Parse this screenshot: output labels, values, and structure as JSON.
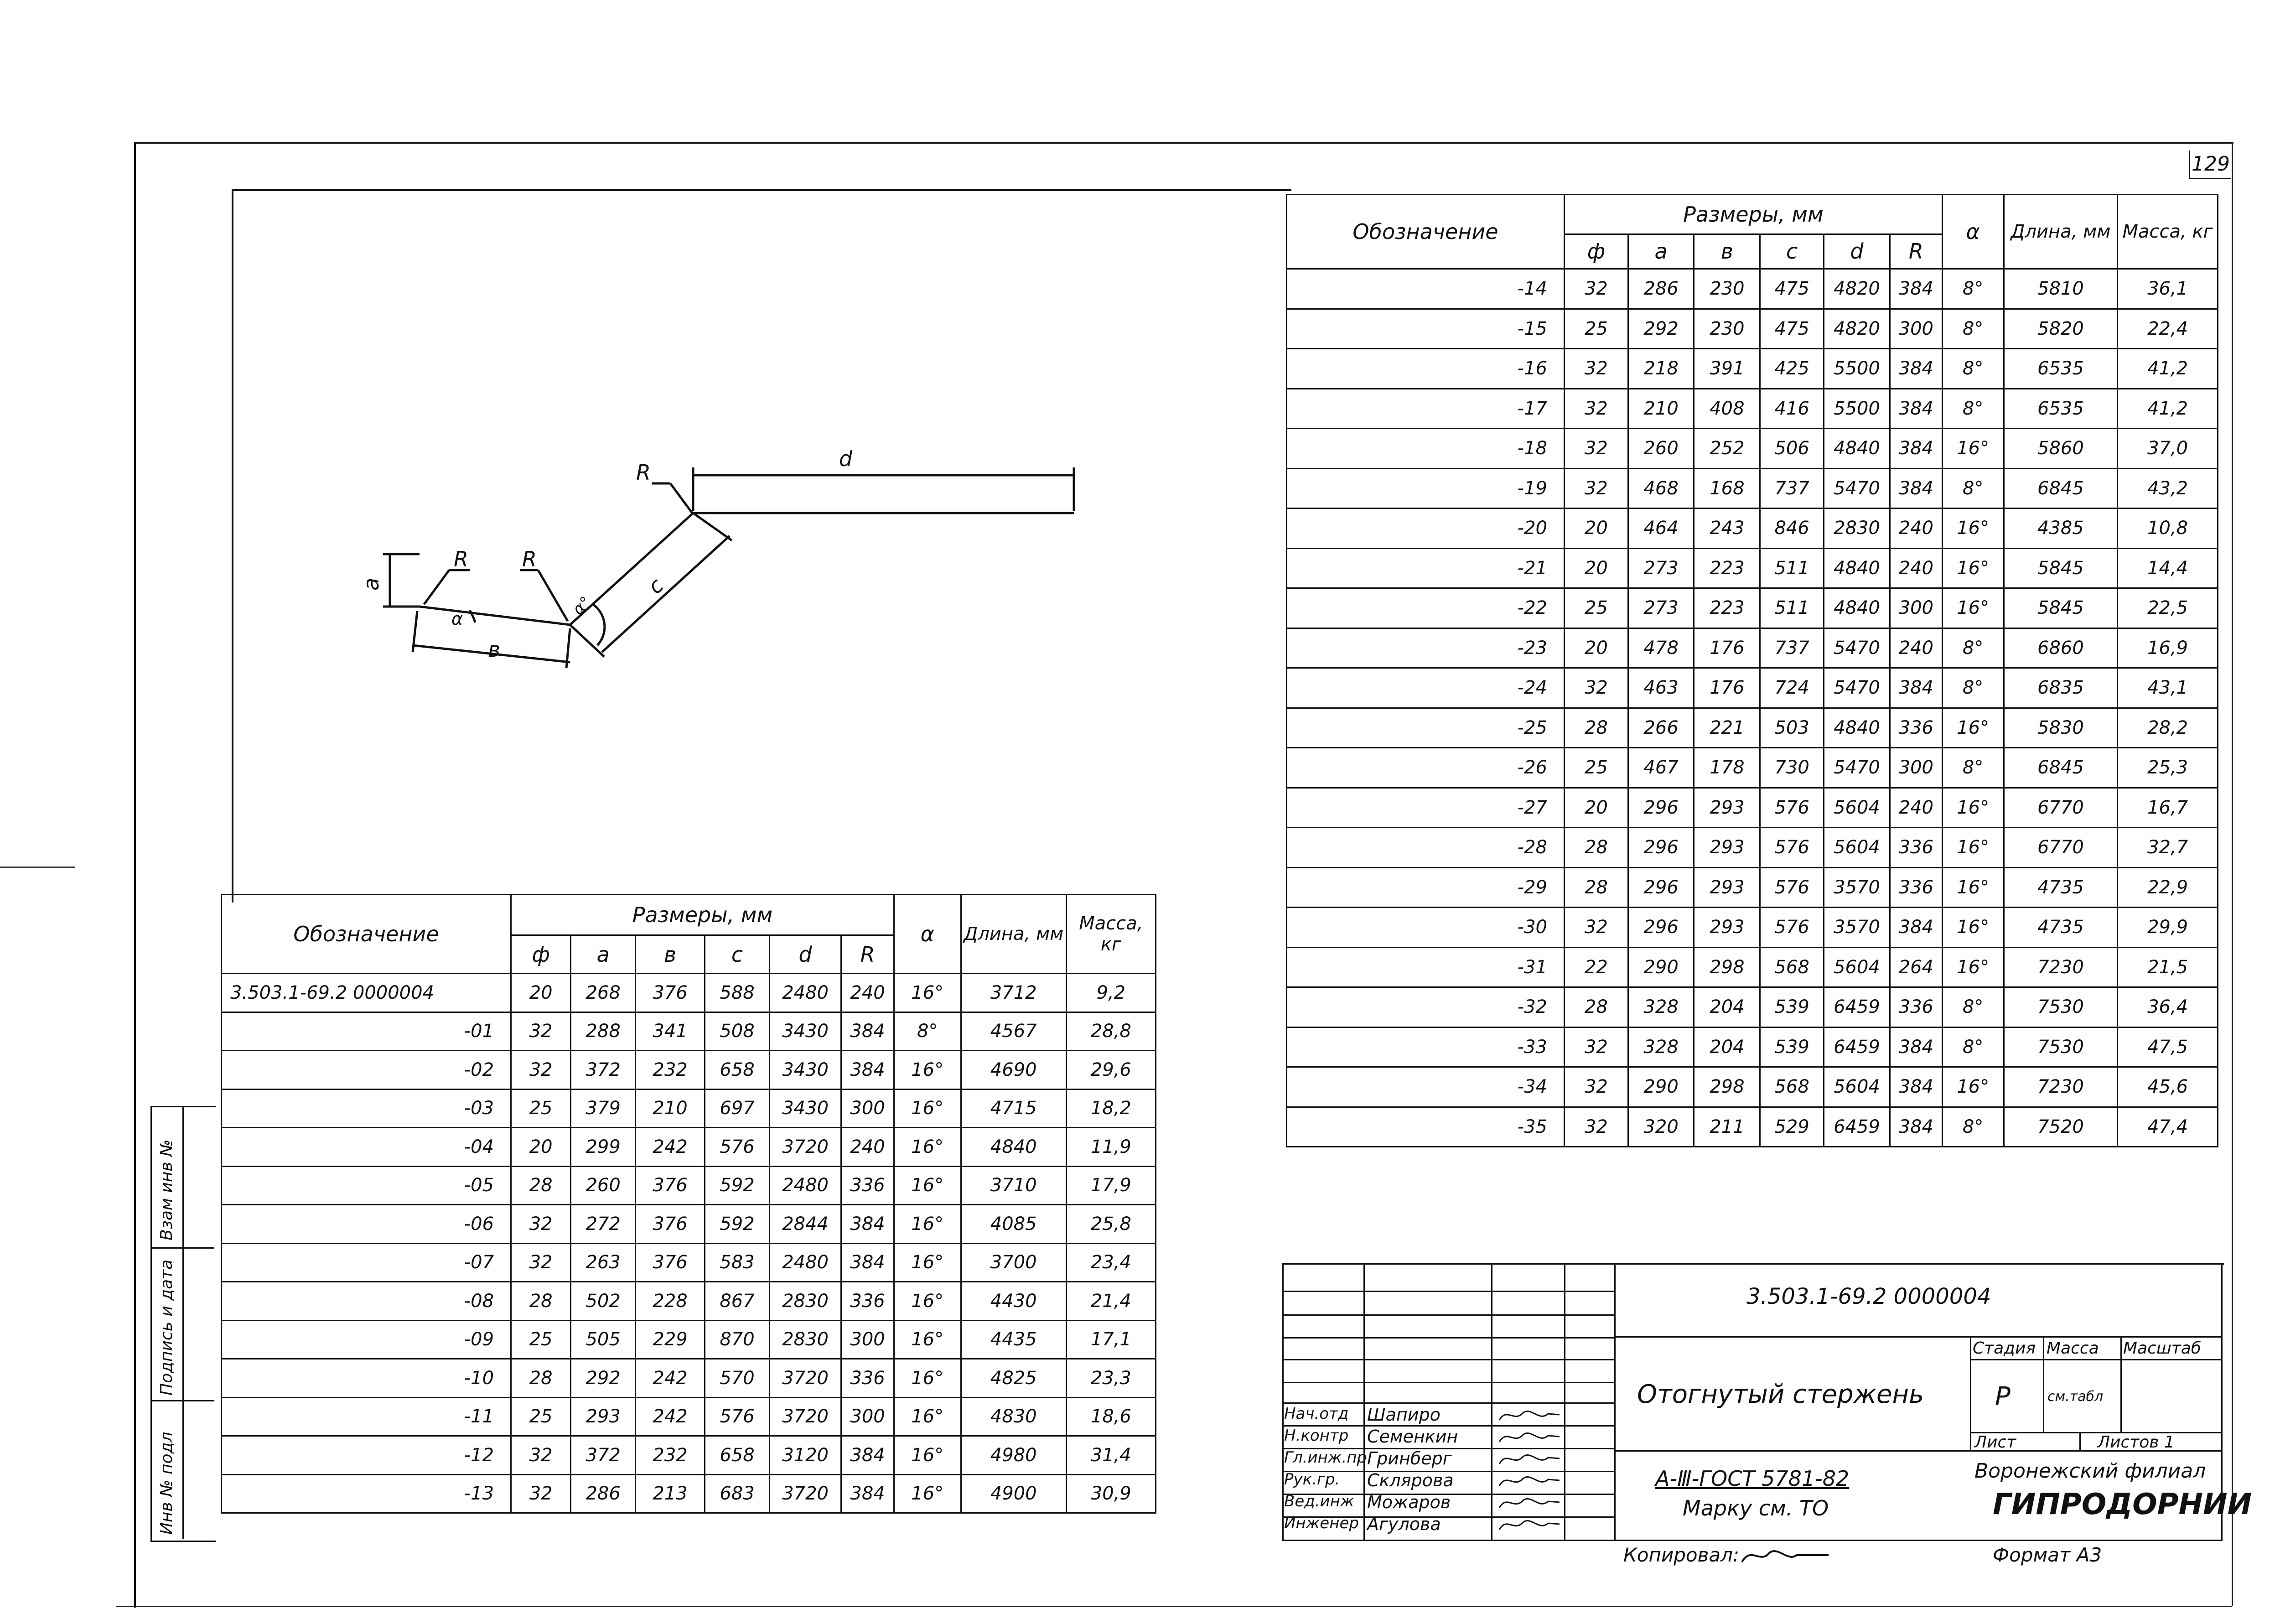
{
  "page_number": "129",
  "drawing": {
    "labels": {
      "a": "a",
      "b": "в",
      "c": "c",
      "d": "d",
      "R1": "R",
      "R2": "R",
      "R3": "R",
      "alpha": "α",
      "angle": "α°"
    }
  },
  "table_left": {
    "header": {
      "designation": "Обозначение",
      "sizes": "Размеры, мм",
      "alpha": "α",
      "length": "Длина, мм",
      "mass": "Масса, кг"
    },
    "sub": [
      "ф",
      "a",
      "в",
      "c",
      "d",
      "R"
    ],
    "rows": [
      [
        "3.503.1-69.2 0000004",
        "20",
        "268",
        "376",
        "588",
        "2480",
        "240",
        "16°",
        "3712",
        "9,2"
      ],
      [
        "-01",
        "32",
        "288",
        "341",
        "508",
        "3430",
        "384",
        "8°",
        "4567",
        "28,8"
      ],
      [
        "-02",
        "32",
        "372",
        "232",
        "658",
        "3430",
        "384",
        "16°",
        "4690",
        "29,6"
      ],
      [
        "-03",
        "25",
        "379",
        "210",
        "697",
        "3430",
        "300",
        "16°",
        "4715",
        "18,2"
      ],
      [
        "-04",
        "20",
        "299",
        "242",
        "576",
        "3720",
        "240",
        "16°",
        "4840",
        "11,9"
      ],
      [
        "-05",
        "28",
        "260",
        "376",
        "592",
        "2480",
        "336",
        "16°",
        "3710",
        "17,9"
      ],
      [
        "-06",
        "32",
        "272",
        "376",
        "592",
        "2844",
        "384",
        "16°",
        "4085",
        "25,8"
      ],
      [
        "-07",
        "32",
        "263",
        "376",
        "583",
        "2480",
        "384",
        "16°",
        "3700",
        "23,4"
      ],
      [
        "-08",
        "28",
        "502",
        "228",
        "867",
        "2830",
        "336",
        "16°",
        "4430",
        "21,4"
      ],
      [
        "-09",
        "25",
        "505",
        "229",
        "870",
        "2830",
        "300",
        "16°",
        "4435",
        "17,1"
      ],
      [
        "-10",
        "28",
        "292",
        "242",
        "570",
        "3720",
        "336",
        "16°",
        "4825",
        "23,3"
      ],
      [
        "-11",
        "25",
        "293",
        "242",
        "576",
        "3720",
        "300",
        "16°",
        "4830",
        "18,6"
      ],
      [
        "-12",
        "32",
        "372",
        "232",
        "658",
        "3120",
        "384",
        "16°",
        "4980",
        "31,4"
      ],
      [
        "-13",
        "32",
        "286",
        "213",
        "683",
        "3720",
        "384",
        "16°",
        "4900",
        "30,9"
      ]
    ]
  },
  "table_right": {
    "header": {
      "designation": "Обозначение",
      "sizes": "Размеры, мм",
      "alpha": "α",
      "length": "Длина, мм",
      "mass": "Масса, кг"
    },
    "sub": [
      "ф",
      "a",
      "в",
      "c",
      "d",
      "R"
    ],
    "rows": [
      [
        "-14",
        "32",
        "286",
        "230",
        "475",
        "4820",
        "384",
        "8°",
        "5810",
        "36,1"
      ],
      [
        "-15",
        "25",
        "292",
        "230",
        "475",
        "4820",
        "300",
        "8°",
        "5820",
        "22,4"
      ],
      [
        "-16",
        "32",
        "218",
        "391",
        "425",
        "5500",
        "384",
        "8°",
        "6535",
        "41,2"
      ],
      [
        "-17",
        "32",
        "210",
        "408",
        "416",
        "5500",
        "384",
        "8°",
        "6535",
        "41,2"
      ],
      [
        "-18",
        "32",
        "260",
        "252",
        "506",
        "4840",
        "384",
        "16°",
        "5860",
        "37,0"
      ],
      [
        "-19",
        "32",
        "468",
        "168",
        "737",
        "5470",
        "384",
        "8°",
        "6845",
        "43,2"
      ],
      [
        "-20",
        "20",
        "464",
        "243",
        "846",
        "2830",
        "240",
        "16°",
        "4385",
        "10,8"
      ],
      [
        "-21",
        "20",
        "273",
        "223",
        "511",
        "4840",
        "240",
        "16°",
        "5845",
        "14,4"
      ],
      [
        "-22",
        "25",
        "273",
        "223",
        "511",
        "4840",
        "300",
        "16°",
        "5845",
        "22,5"
      ],
      [
        "-23",
        "20",
        "478",
        "176",
        "737",
        "5470",
        "240",
        "8°",
        "6860",
        "16,9"
      ],
      [
        "-24",
        "32",
        "463",
        "176",
        "724",
        "5470",
        "384",
        "8°",
        "6835",
        "43,1"
      ],
      [
        "-25",
        "28",
        "266",
        "221",
        "503",
        "4840",
        "336",
        "16°",
        "5830",
        "28,2"
      ],
      [
        "-26",
        "25",
        "467",
        "178",
        "730",
        "5470",
        "300",
        "8°",
        "6845",
        "25,3"
      ],
      [
        "-27",
        "20",
        "296",
        "293",
        "576",
        "5604",
        "240",
        "16°",
        "6770",
        "16,7"
      ],
      [
        "-28",
        "28",
        "296",
        "293",
        "576",
        "5604",
        "336",
        "16°",
        "6770",
        "32,7"
      ],
      [
        "-29",
        "28",
        "296",
        "293",
        "576",
        "3570",
        "336",
        "16°",
        "4735",
        "22,9"
      ],
      [
        "-30",
        "32",
        "296",
        "293",
        "576",
        "3570",
        "384",
        "16°",
        "4735",
        "29,9"
      ],
      [
        "-31",
        "22",
        "290",
        "298",
        "568",
        "5604",
        "264",
        "16°",
        "7230",
        "21,5"
      ],
      [
        "-32",
        "28",
        "328",
        "204",
        "539",
        "6459",
        "336",
        "8°",
        "7530",
        "36,4"
      ],
      [
        "-33",
        "32",
        "328",
        "204",
        "539",
        "6459",
        "384",
        "8°",
        "7530",
        "47,5"
      ],
      [
        "-34",
        "32",
        "290",
        "298",
        "568",
        "5604",
        "384",
        "16°",
        "7230",
        "45,6"
      ],
      [
        "-35",
        "32",
        "320",
        "211",
        "529",
        "6459",
        "384",
        "8°",
        "7520",
        "47,4"
      ]
    ]
  },
  "side_strip": {
    "labels": [
      "Взам инв №",
      "Подпись и дата",
      "Инв № подл"
    ]
  },
  "title_block": {
    "code": "3.503.1-69.2 0000004",
    "title": "Отогнутый стержень",
    "stage_label": "Стадия",
    "mass_label": "Масса",
    "scale_label": "Масштаб",
    "stage_value": "Р",
    "mass_value": "см.табл",
    "sheet_label": "Лист",
    "sheets_label": "Листов 1",
    "material": "А-Ⅲ-ГОСТ 5781-82",
    "brand": "Марку см. ТО",
    "org_line1": "Воронежский филиал",
    "org_line2": "ГИПРОДОРНИИ",
    "roles": [
      {
        "role": "Нач.отд",
        "name": "Шапиро"
      },
      {
        "role": "Н.контр",
        "name": "Семенкин"
      },
      {
        "role": "Гл.инж.пр",
        "name": "Гринберг"
      },
      {
        "role": "Рук.гр.",
        "name": "Склярова"
      },
      {
        "role": "Вед.инж",
        "name": "Можаров"
      },
      {
        "role": "Инженер",
        "name": "Агулова"
      }
    ]
  },
  "footer": {
    "copied": "Копировал:",
    "format": "Формат А3"
  }
}
